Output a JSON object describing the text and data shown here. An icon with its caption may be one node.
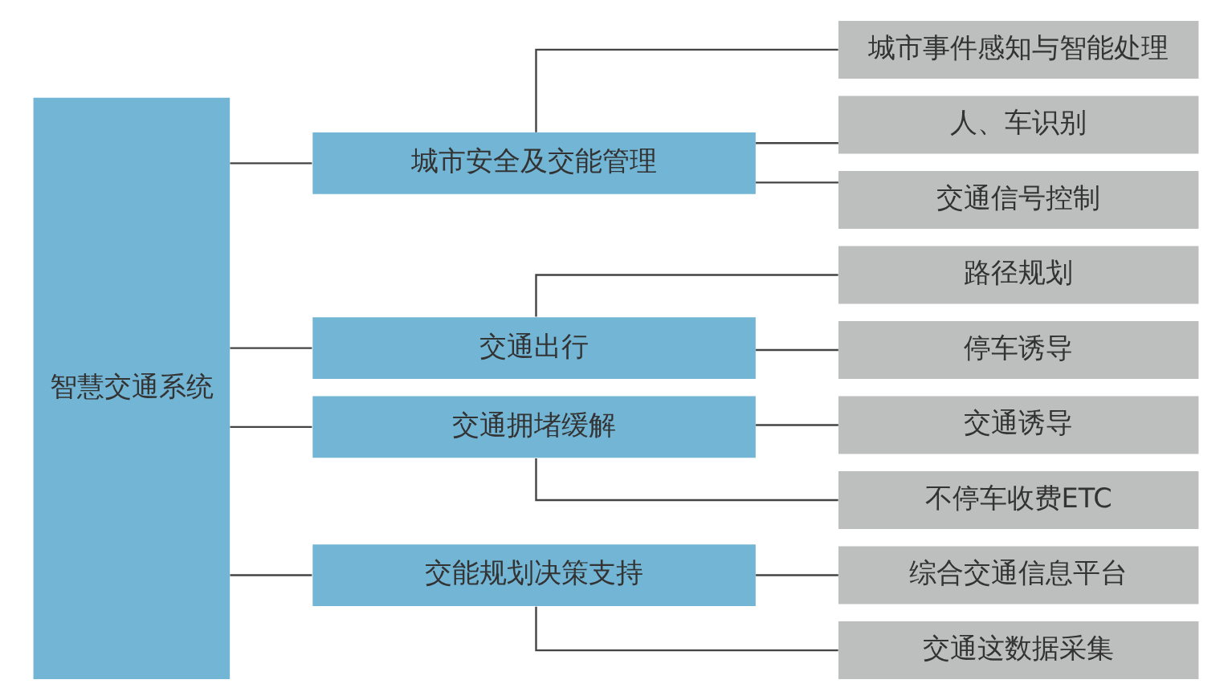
{
  "diagram": {
    "nodes": [
      {
        "text": [
          "智慧交通系统"
        ]
      },
      {
        "text": [
          "城市安全及交能管理"
        ]
      },
      {
        "text": [
          "城市事件感知与智能处理"
        ]
      },
      {
        "text": [
          "人、车识别"
        ]
      },
      {
        "text": [
          "交通信号控制"
        ]
      },
      {
        "text": [
          "交通出行"
        ]
      },
      {
        "text": [
          "路径规划"
        ]
      },
      {
        "text": [
          "停车诱导"
        ]
      },
      {
        "text": [
          "交通拥堵缓解"
        ]
      },
      {
        "text": [
          "交通诱导"
        ]
      },
      {
        "text": [
          "不停车收费ETC"
        ]
      },
      {
        "text": [
          "交能规划决策支持"
        ]
      },
      {
        "text": [
          "综合交通信息平台"
        ]
      },
      {
        "text": [
          "交通这数据采集"
        ]
      }
    ],
    "edges": [
      {
        "from": 0,
        "to": 1,
        "arrow": "none"
      },
      {
        "from": 0,
        "to": 5,
        "arrow": "none"
      },
      {
        "from": 0,
        "to": 8,
        "arrow": "none"
      },
      {
        "from": 0,
        "to": 11,
        "arrow": "none"
      },
      {
        "from": 1,
        "to": 2,
        "arrow": "none"
      },
      {
        "from": 1,
        "to": 3,
        "arrow": "none"
      },
      {
        "from": 1,
        "to": 4,
        "arrow": "none"
      },
      {
        "from": 5,
        "to": 6,
        "arrow": "none"
      },
      {
        "from": 5,
        "to": 7,
        "arrow": "none"
      },
      {
        "from": 8,
        "to": 9,
        "arrow": "none"
      },
      {
        "from": 8,
        "to": 10,
        "arrow": "none"
      },
      {
        "from": 11,
        "to": 12,
        "arrow": "none"
      },
      {
        "from": 11,
        "to": 13,
        "arrow": "none"
      }
    ]
  }
}
